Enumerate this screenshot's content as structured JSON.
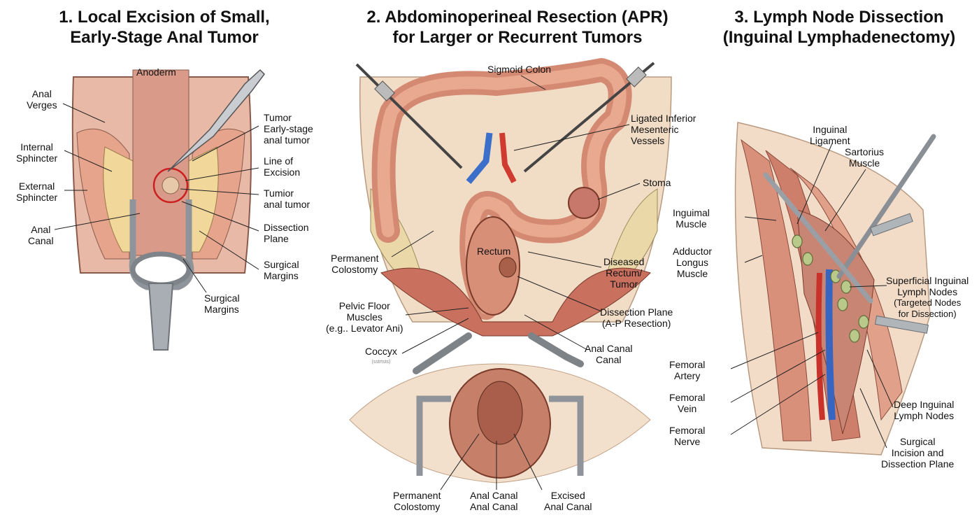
{
  "panels": [
    {
      "title": [
        "1. Local Excision of Small,",
        "Early-Stage Anal Tumor"
      ],
      "labels": {
        "anoderm": [
          "Anoderm"
        ],
        "anal_verges": [
          "Anal",
          "Verges"
        ],
        "internal_sphincter": [
          "Internal",
          "Sphincter"
        ],
        "external_sphincter": [
          "External",
          "Sphincter"
        ],
        "anal_canal": [
          "Anal",
          "Canal"
        ],
        "tumor": [
          "Tumor",
          "Early-stage",
          "anal tumor"
        ],
        "line_of_excision": [
          "Line of",
          "Excision"
        ],
        "tumior": [
          "Tumior",
          "anal tumor"
        ],
        "dissection_plane": [
          "Dissection",
          "Plane"
        ],
        "surgical_margins_1": [
          "Surgical",
          "Margins"
        ],
        "surgical_margins_2": [
          "Surgical",
          "Margins"
        ]
      }
    },
    {
      "title": [
        "2. Abdominoperineal Resection (APR)",
        "for Larger or Recurrent Tumors"
      ],
      "labels": {
        "sigmoid_colon": [
          "Sigmoid Colon"
        ],
        "ligated_vessels": [
          "Ligated Inferior",
          "Mesenteric",
          "Vessels"
        ],
        "stoma": [
          "Stoma"
        ],
        "permanent_colostomy": [
          "Permanent",
          "Colostomy"
        ],
        "rectum": [
          "Rectum"
        ],
        "diseased_rectum": [
          "Diseased",
          "Rectum/",
          "Tumor"
        ],
        "pelvic_floor": [
          "Pelvic Floor",
          "Muscles",
          "(e.g.. Levator Ani)"
        ],
        "dissection_plane": [
          "Dissection Plane",
          "(A-P Resection)"
        ],
        "coccyx": [
          "Coccyx"
        ],
        "coccyx_sub": [
          "(sstrtsts)"
        ],
        "anal_canal_upper": [
          "Anal Canal",
          "Canal"
        ],
        "permanent_colostomy_bottom": [
          "Permanent",
          "Colostomy"
        ],
        "anal_canal_bottom": [
          "Anal Canal",
          "Anal Canal"
        ],
        "excised_anal_canal": [
          "Excised",
          "Anal Canal"
        ]
      }
    },
    {
      "title": [
        "3. Lymph Node Dissection",
        "(Inguinal Lymphadenectomy)"
      ],
      "labels": {
        "inguinal_ligament": [
          "Inguinal",
          "Ligament"
        ],
        "sartorius": [
          "Sartorius",
          "Muscle"
        ],
        "inguimal_muscle": [
          "Inguimal",
          "Muscle"
        ],
        "adductor_longus": [
          "Adductor",
          "Longus",
          "Muscle"
        ],
        "superficial_nodes": [
          "Superficial Inguinal",
          "Lymph Nodes",
          "(Targeted Nodes",
          "for Dissection)"
        ],
        "femoral_artery": [
          "Femoral",
          "Artery"
        ],
        "femoral_vein": [
          "Femoral",
          "Vein"
        ],
        "femoral_nerve": [
          "Femoral",
          "Nerve"
        ],
        "deep_nodes": [
          "Deep Inguinal",
          "Lymph Nodes"
        ],
        "surgical_incision": [
          "Surgical",
          "Incision and",
          "Dissection Plane"
        ]
      }
    }
  ]
}
